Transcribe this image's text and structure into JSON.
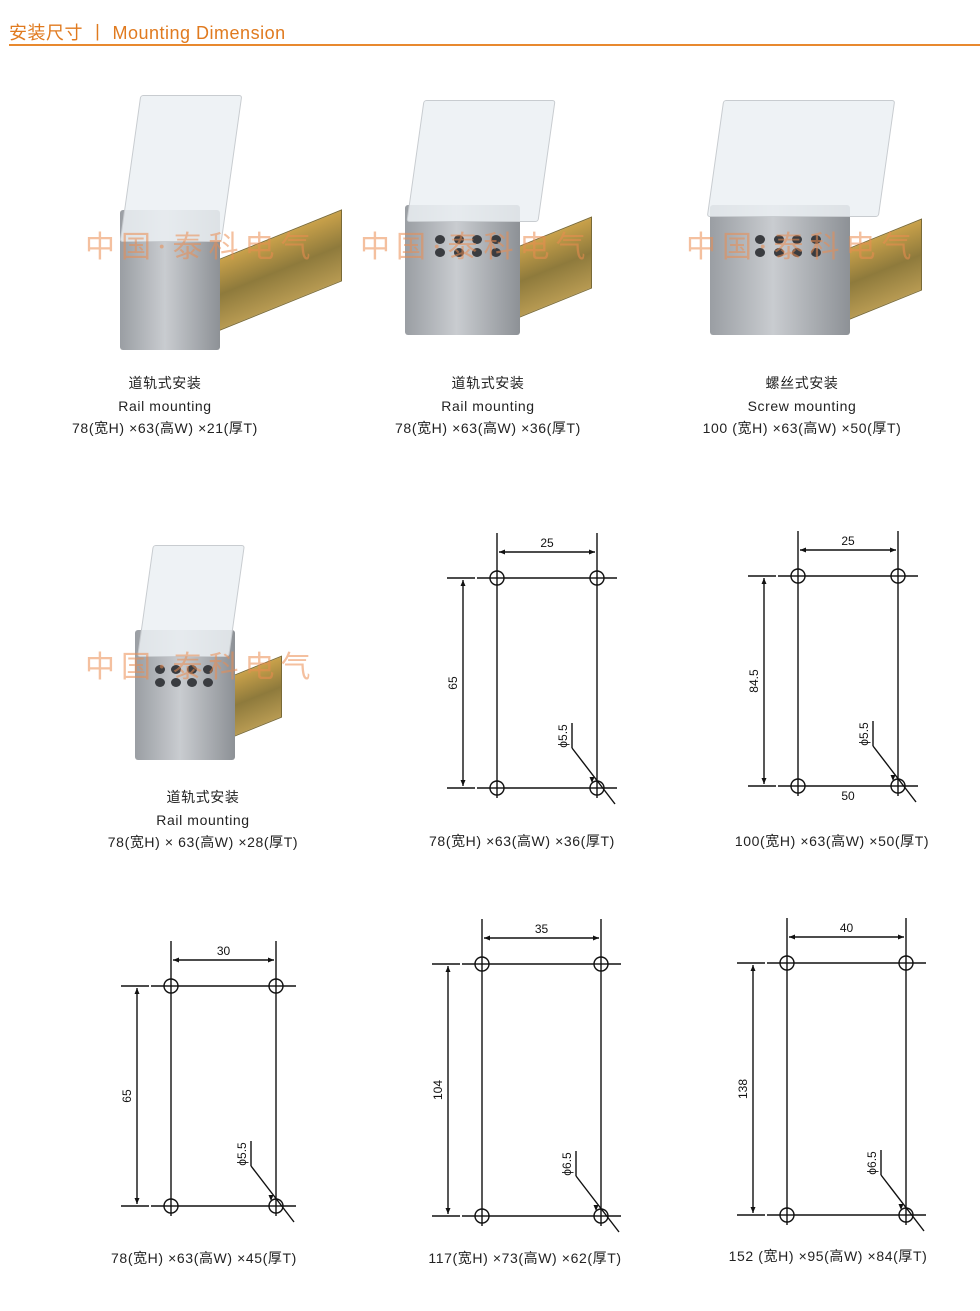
{
  "header": {
    "title": "安装尺寸 丨 Mounting Dimension"
  },
  "watermark": "中国·泰科电气",
  "products": [
    {
      "cn": "道轨式安装",
      "en": "Rail mounting",
      "dims": "78(宽H) ×63(高W) ×21(厚T)"
    },
    {
      "cn": "道轨式安装",
      "en": "Rail mounting",
      "dims": "78(宽H) ×63(高W) ×36(厚T)"
    },
    {
      "cn": "螺丝式安装",
      "en": "Screw mounting",
      "dims": "100 (宽H) ×63(高W) ×50(厚T)"
    },
    {
      "cn": "道轨式安装",
      "en": "Rail mounting",
      "dims": "78(宽H) × 63(高W) ×28(厚T)"
    }
  ],
  "drawings": [
    {
      "width": "25",
      "height": "65",
      "hole": "ϕ5.5",
      "bottom": "",
      "caption": "78(宽H) ×63(高W) ×36(厚T)"
    },
    {
      "width": "25",
      "height": "84.5",
      "hole": "ϕ5.5",
      "bottom": "50",
      "caption": "100(宽H) ×63(高W) ×50(厚T)"
    },
    {
      "width": "30",
      "height": "65",
      "hole": "ϕ5.5",
      "bottom": "",
      "caption": "78(宽H) ×63(高W) ×45(厚T)"
    },
    {
      "width": "35",
      "height": "104",
      "hole": "ϕ6.5",
      "bottom": "",
      "caption": "117(宽H) ×73(高W) ×62(厚T)"
    },
    {
      "width": "40",
      "height": "138",
      "hole": "ϕ6.5",
      "bottom": "",
      "caption": "152 (宽H) ×95(高W) ×84(厚T)"
    }
  ]
}
